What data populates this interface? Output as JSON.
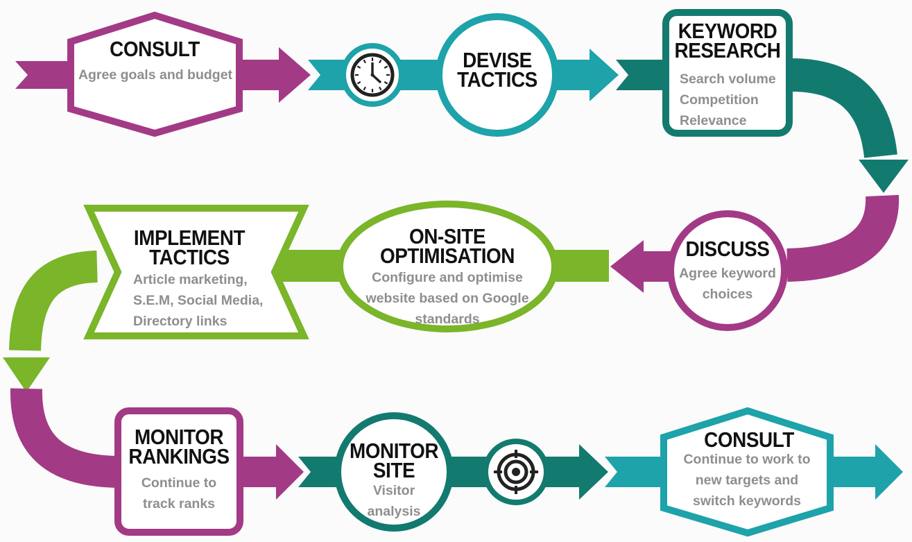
{
  "colors": {
    "magenta": "#a33a86",
    "teal": "#1da3a9",
    "dark_teal": "#137a70",
    "green": "#7ab52a",
    "title": "#111111",
    "desc": "#8e8e8e"
  },
  "steps": [
    {
      "id": "consult_1",
      "title": "CONSULT",
      "lines": [
        "Agree goals and budget"
      ],
      "shape": "hexagon"
    },
    {
      "id": "devise_tactics",
      "title_lines": [
        "DEVISE",
        "TACTICS"
      ],
      "lines": [],
      "shape": "circle",
      "icon": "clock-icon"
    },
    {
      "id": "keyword_research",
      "title_lines": [
        "KEYWORD",
        "RESEARCH"
      ],
      "lines": [
        "Search volume",
        "Competition",
        "Relevance"
      ],
      "shape": "rounded-square"
    },
    {
      "id": "discuss",
      "title": "DISCUSS",
      "lines": [
        "Agree keyword",
        "choices"
      ],
      "shape": "circle"
    },
    {
      "id": "onsite_optimisation",
      "title_lines": [
        "ON-SITE",
        "OPTIMISATION"
      ],
      "lines": [
        "Configure and optimise",
        "website based on Google",
        "standards"
      ],
      "shape": "ellipse"
    },
    {
      "id": "implement_tactics",
      "title_lines": [
        "IMPLEMENT",
        "TACTICS"
      ],
      "lines": [
        "Article marketing,",
        "S.E.M, Social Media,",
        "Directory links"
      ],
      "shape": "banner"
    },
    {
      "id": "monitor_rankings",
      "title_lines": [
        "MONITOR",
        "RANKINGS"
      ],
      "lines": [
        "Continue to",
        "track ranks"
      ],
      "shape": "rounded-square"
    },
    {
      "id": "monitor_site",
      "title_lines": [
        "MONITOR",
        "SITE"
      ],
      "lines": [
        "Visitor",
        "analysis"
      ],
      "shape": "circle",
      "icon": "target-icon"
    },
    {
      "id": "consult_2",
      "title": "CONSULT",
      "lines": [
        "Continue to work to",
        "new targets and",
        "switch keywords"
      ],
      "shape": "hexagon"
    }
  ]
}
